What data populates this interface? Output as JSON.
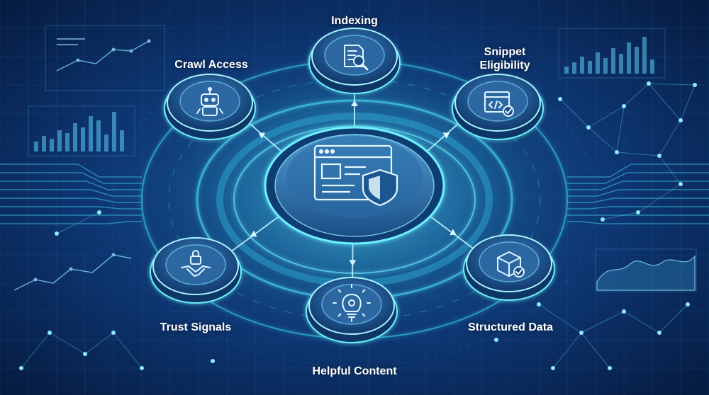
{
  "diagram": {
    "center": {
      "icon": "browser-shield-icon"
    },
    "nodes": [
      {
        "id": "indexing",
        "label_lines": [
          "Indexing"
        ],
        "icon": "document-search-icon"
      },
      {
        "id": "snippet-eligibility",
        "label_lines": [
          "Snippet",
          "Eligibility"
        ],
        "icon": "code-window-check-icon"
      },
      {
        "id": "structured-data",
        "label_lines": [
          "Structured Data"
        ],
        "icon": "box-check-icon"
      },
      {
        "id": "helpful-content",
        "label_lines": [
          "Helpful Content"
        ],
        "icon": "lightbulb-gear-icon"
      },
      {
        "id": "trust-signals",
        "label_lines": [
          "Trust Signals"
        ],
        "icon": "handshake-lock-icon"
      },
      {
        "id": "crawl-access",
        "label_lines": [
          "Crawl Access"
        ],
        "icon": "robot-icon"
      }
    ]
  },
  "colors": {
    "background": "#0a2a5a",
    "glow": "#5ef2ff",
    "ring": "#38d6f0",
    "node_fill": "#1b4f86",
    "icon": "#dff6ff"
  }
}
